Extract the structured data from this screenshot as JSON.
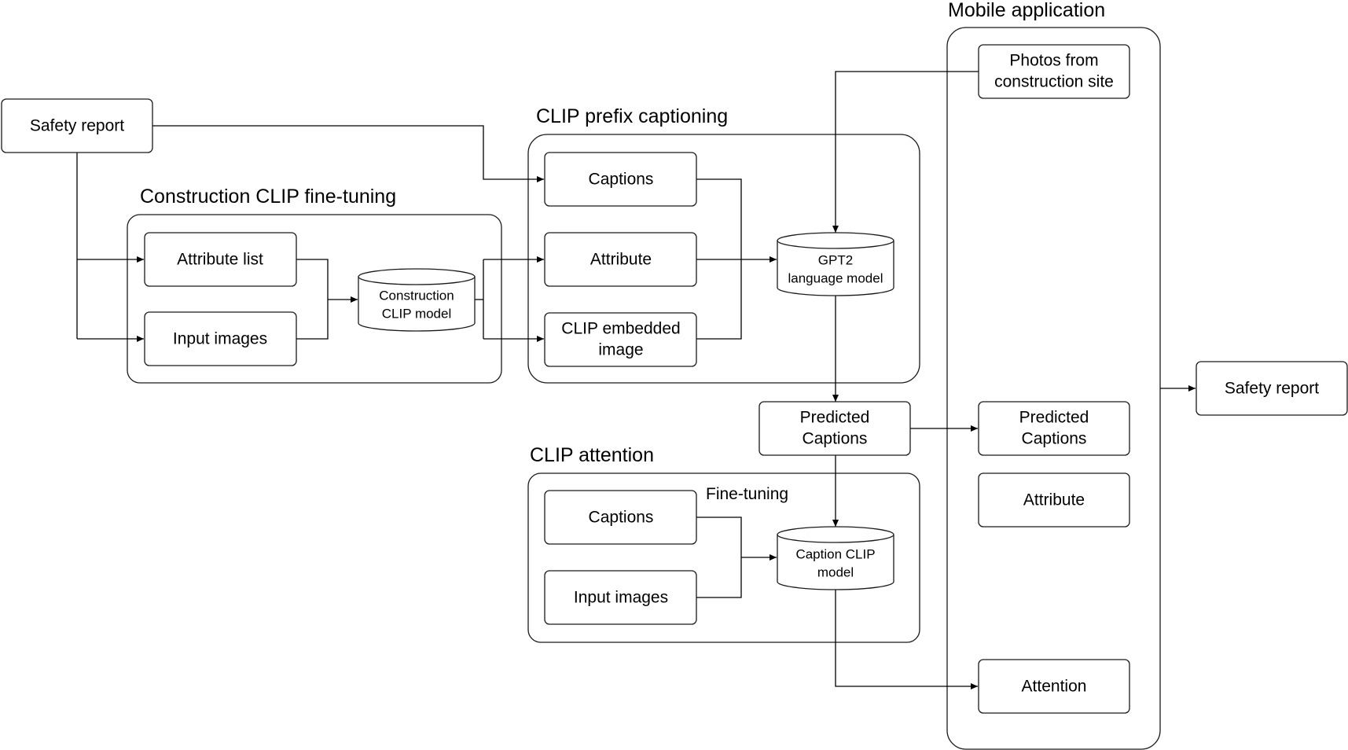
{
  "groups": {
    "finetune_title": "Construction CLIP fine-tuning",
    "prefix_title": "CLIP prefix captioning",
    "attention_title": "CLIP attention",
    "mobile_title": "Mobile application"
  },
  "nodes": {
    "safety_report_in": "Safety report",
    "attribute_list": "Attribute list",
    "input_images_ft": "Input images",
    "construction_clip_model": [
      "Construction",
      "CLIP model"
    ],
    "captions_prefix": "Captions",
    "attribute_prefix": "Attribute",
    "clip_embedded_image": [
      "CLIP embedded",
      "image"
    ],
    "gpt2_model": [
      "GPT2",
      "language model"
    ],
    "predicted_captions_mid": [
      "Predicted",
      "Captions"
    ],
    "captions_attention": "Captions",
    "input_images_attention": "Input images",
    "caption_clip_model": [
      "Caption CLIP",
      "model"
    ],
    "fine_tuning_label": "Fine-tuning",
    "photos_site": [
      "Photos from",
      "construction site"
    ],
    "predicted_captions_app": [
      "Predicted",
      "Captions"
    ],
    "attribute_app": "Attribute",
    "attention_app": "Attention",
    "safety_report_out": "Safety report"
  },
  "style": {
    "stroke": "#1a1a1a",
    "background": "#ffffff",
    "text": "#000000"
  }
}
